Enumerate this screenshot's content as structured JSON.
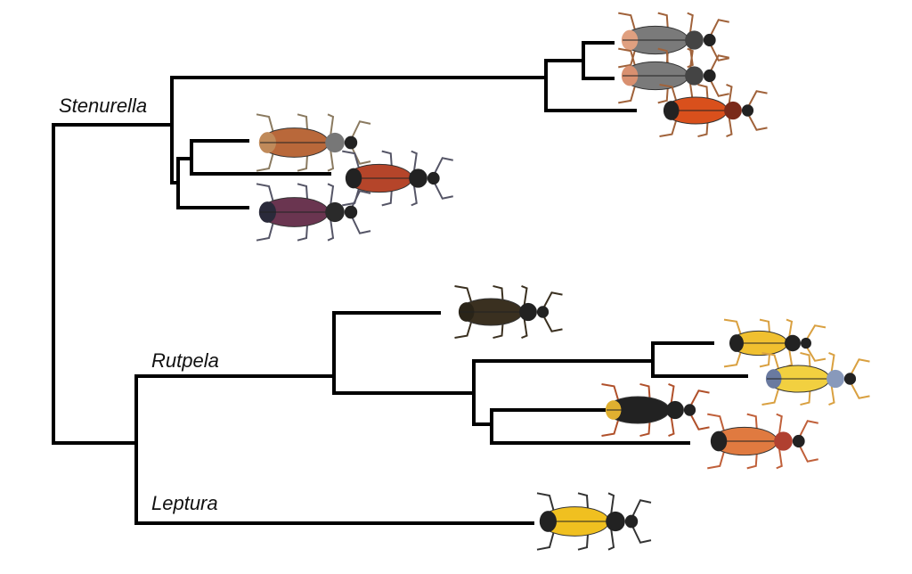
{
  "labels": {
    "stenurella": "Stenurella",
    "rutpela": "Rutpela",
    "leptura": "Leptura"
  },
  "colors": {
    "branch": "#000000"
  },
  "beetles": [
    {
      "name": "beetle-stenurella-1",
      "elytra": "#7a7a7a",
      "tip": "#e0a080",
      "pronotum": "#444444",
      "legs": "#a0623a"
    },
    {
      "name": "beetle-stenurella-2",
      "elytra": "#7a7a7a",
      "tip": "#d99070",
      "pronotum": "#444444",
      "legs": "#a0623a"
    },
    {
      "name": "beetle-stenurella-3",
      "elytra": "#d9501c",
      "tip": "#222222",
      "pronotum": "#7a2a1a",
      "legs": "#a0623a"
    },
    {
      "name": "beetle-stenurella-4",
      "elytra": "#b9683a",
      "tip": "#c08a5a",
      "pronotum": "#777777",
      "legs": "#8a7a60"
    },
    {
      "name": "beetle-stenurella-5",
      "elytra": "#b5452a",
      "tip": "#222222",
      "pronotum": "#222222",
      "legs": "#555566"
    },
    {
      "name": "beetle-stenurella-6",
      "elytra": "#6a3550",
      "tip": "#2a2a3a",
      "pronotum": "#2a2a2a",
      "legs": "#555566"
    },
    {
      "name": "beetle-rutpela-1",
      "elytra": "#3a3020",
      "tip": "#2a2418",
      "pronotum": "#222222",
      "legs": "#3a3020"
    },
    {
      "name": "beetle-rutpela-2",
      "elytra": "#f0c030",
      "tip": "#222222",
      "pronotum": "#222222",
      "legs": "#d9a040"
    },
    {
      "name": "beetle-rutpela-3",
      "elytra": "#f2d040",
      "tip": "#6a7aa0",
      "pronotum": "#8899bb",
      "legs": "#d9a040"
    },
    {
      "name": "beetle-rutpela-4",
      "elytra": "#222222",
      "tip": "#e0b030",
      "pronotum": "#222222",
      "legs": "#b0502a"
    },
    {
      "name": "beetle-rutpela-5",
      "elytra": "#e07a40",
      "tip": "#222222",
      "pronotum": "#b04030",
      "legs": "#c0603a"
    },
    {
      "name": "beetle-leptura-1",
      "elytra": "#f0c020",
      "tip": "#222222",
      "pronotum": "#222222",
      "legs": "#333333"
    }
  ]
}
